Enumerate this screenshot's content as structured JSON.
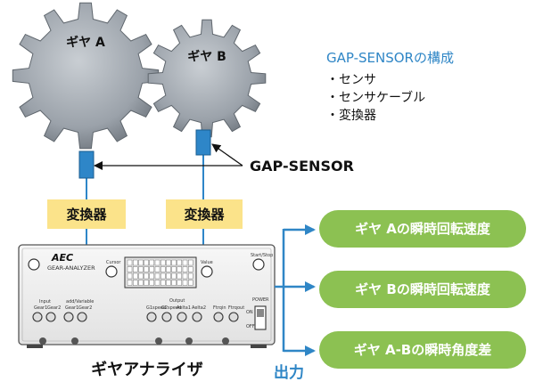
{
  "gears": [
    {
      "label": "ギヤ A"
    },
    {
      "label": "ギヤ B"
    }
  ],
  "sensor_label": "GAP-SENSOR",
  "converters": [
    {
      "label": "変換器"
    },
    {
      "label": "変換器"
    }
  ],
  "components": {
    "title": "GAP-SENSORの構成",
    "items": [
      "・センサ",
      "・センサケーブル",
      "・変換器"
    ]
  },
  "analyzer": {
    "label": "ギヤアナライザ",
    "brand": "AEC",
    "model": "GEAR-ANALYZER",
    "panel": {
      "input_left": "Input",
      "input_right": "add/Variable",
      "sub_labels": [
        "Gear1",
        "Gear2",
        "Gear1",
        "Gear2"
      ],
      "cursor": "Cursor",
      "value": "Value",
      "start_stop": "Start/Stop",
      "output": "Output",
      "output_channels": [
        "G1speed",
        "G2speed",
        "Aelta1",
        "Aelta2",
        "Ftrqin",
        "Ftrqout"
      ],
      "power": "POWER",
      "on": "ON",
      "off": "OFF"
    }
  },
  "output_label": "出力",
  "outputs": [
    {
      "label": "ギヤ Aの瞬時回転速度"
    },
    {
      "label": "ギヤ Bの瞬時回転速度"
    },
    {
      "label": "ギヤ A-Bの瞬時角度差"
    }
  ],
  "colors": {
    "accent_blue": "#2f86c6",
    "sensor_blue": "#2e86c8",
    "converter_yellow": "#fbe38a",
    "output_green": "#8cc152",
    "gear_gray": "#9aa1a9"
  }
}
